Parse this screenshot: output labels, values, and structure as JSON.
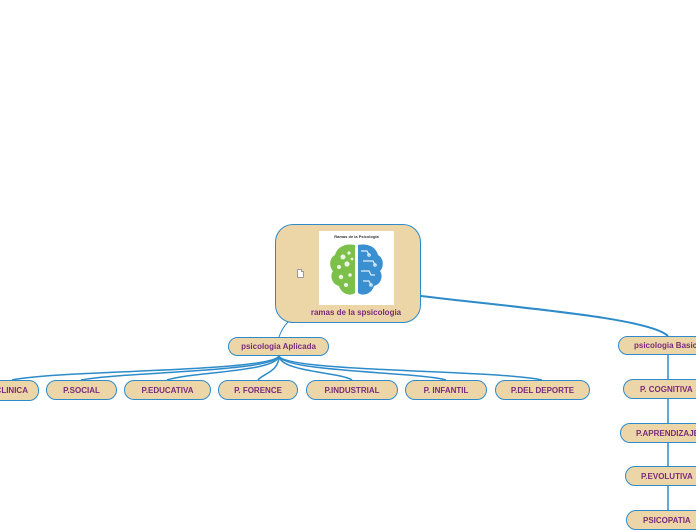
{
  "root": {
    "label": "ramas de la spsicologia",
    "image_caption": "Ramas de la Psicología"
  },
  "branches": {
    "aplicada": {
      "label": "psicologia Aplicada",
      "children": [
        "P.CLINICA",
        "P.SOCIAL",
        "P.EDUCATIVA",
        "P. FORENCE",
        "P.INDUSTRIAL",
        "P. INFANTIL",
        "P.DEL DEPORTE"
      ]
    },
    "basica": {
      "label": "psicologia Basica",
      "children": [
        "P. COGNITIVA",
        "P.APRENDIZAJE",
        "P.EVOLUTIVA",
        "PSICOPATIA"
      ]
    }
  },
  "colors": {
    "node_fill": "#ecd6a8",
    "connector": "#2d8bc9",
    "text": "#7a2a7a",
    "brain_left": "#7cc04a",
    "brain_right": "#3a8fd0"
  },
  "icons": [
    "document-icon",
    "brain-image"
  ]
}
